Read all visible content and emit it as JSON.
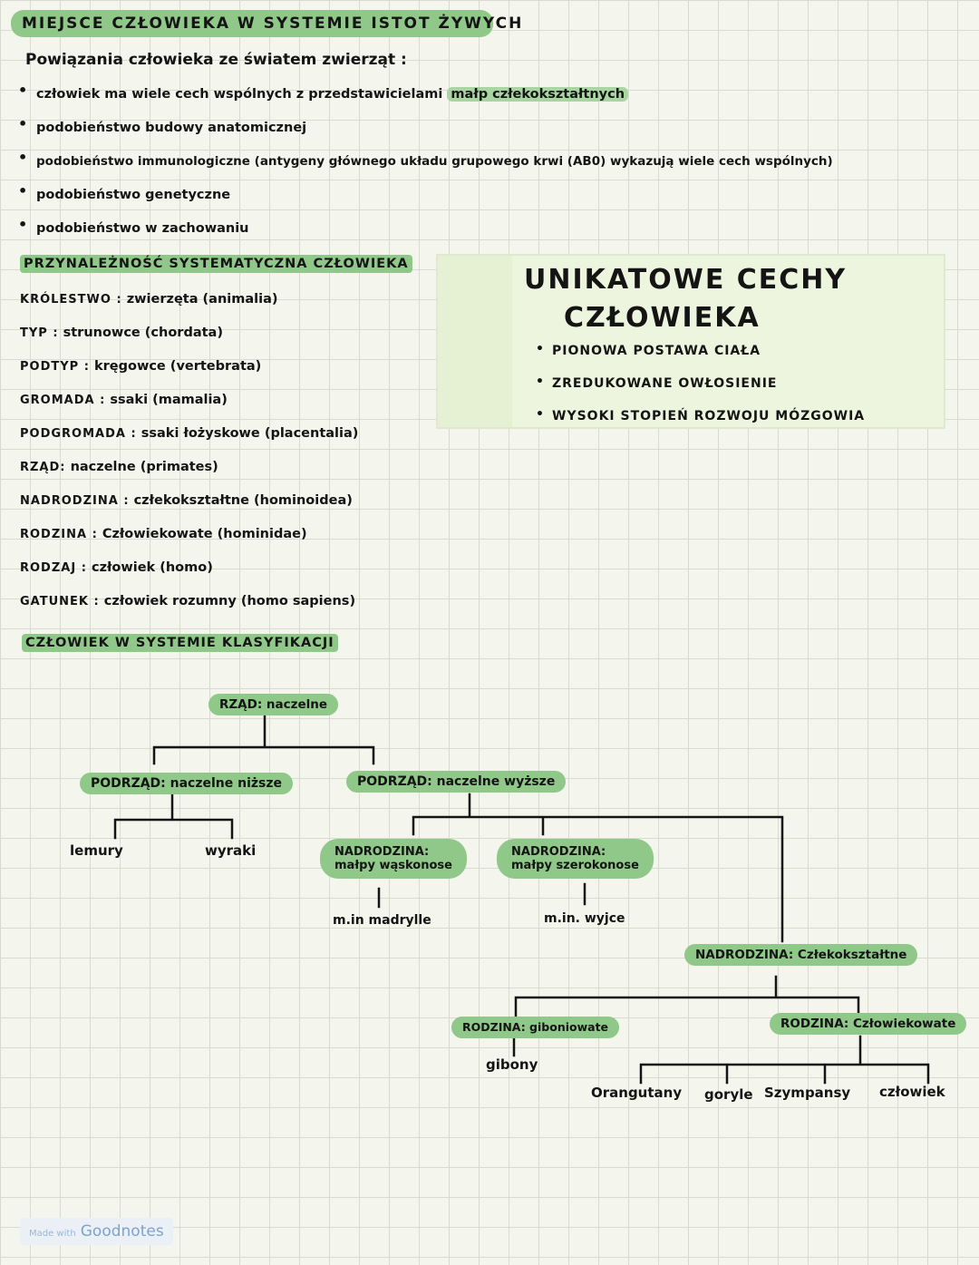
{
  "title": "MIEJSCE CZŁOWIEKA W SYSTEMIE ISTOT ŻYWYCH",
  "relations": {
    "heading": "Powiązania człowieka ze światem zwierząt :",
    "items": [
      {
        "text": "człowiek ma wiele cech wspólnych z przedstawicielami",
        "highlight": "małp człekokształtnych"
      },
      {
        "text": "podobieństwo budowy anatomicznej"
      },
      {
        "text": "podobieństwo immunologiczne (antygeny głównego układu grupowego krwi (AB0) wykazują wiele cech wspólnych)"
      },
      {
        "text": "podobieństwo genetyczne"
      },
      {
        "text": "podobieństwo w zachowaniu"
      }
    ]
  },
  "taxonomy": {
    "heading": "PRZYNALEŻNOŚĆ SYSTEMATYCZNA CZŁOWIEKA",
    "rows": [
      {
        "rank": "KRÓLESTWO :",
        "value": "zwierzęta (animalia)"
      },
      {
        "rank": "TYP :",
        "value": "strunowce (chordata)"
      },
      {
        "rank": "PODTYP :",
        "value": "kręgowce (vertebrata)"
      },
      {
        "rank": "GROMADA :",
        "value": "ssaki (mamalia)"
      },
      {
        "rank": "PODGROMADA :",
        "value": "ssaki łożyskowe (placentalia)"
      },
      {
        "rank": "RZĄD:",
        "value": "naczelne (primates)"
      },
      {
        "rank": "NADRODZINA :",
        "value": "człekokształtne (hominoidea)"
      },
      {
        "rank": "RODZINA :",
        "value": "Człowiekowate (hominidae)"
      },
      {
        "rank": "RODZAJ :",
        "value": "człowiek (homo)"
      },
      {
        "rank": "GATUNEK :",
        "value": "człowiek rozumny (homo sapiens)"
      }
    ]
  },
  "unique": {
    "title_line1": "UNIKATOWE CECHY",
    "title_line2": "CZŁOWIEKA",
    "items": [
      "PIONOWA POSTAWA CIAŁA",
      "ZREDUKOWANE OWŁOSIENIE",
      "WYSOKI STOPIEŃ ROZWOJU MÓZGOWIA"
    ]
  },
  "classification": {
    "heading": "CZŁOWIEK W SYSTEMIE KLASYFIKACJI",
    "order": "RZĄD: naczelne",
    "sub_lower": "PODRZĄD: naczelne niższe",
    "sub_higher": "PODRZĄD: naczelne wyższe",
    "lemury": "lemury",
    "wyraki": "wyraki",
    "nad_waskonose_1": "NADRODZINA:",
    "nad_waskonose_2": "małpy wąskonose",
    "nad_szerokonose_1": "NADRODZINA:",
    "nad_szerokonose_2": "małpy szerokonose",
    "ex_madrylle": "m.in madrylle",
    "ex_wyjce": "m.in. wyjce",
    "nad_czlekoksztaltne": "NADRODZINA: Człekokształtne",
    "rod_gibbon": "RODZINA: giboniowate",
    "rod_czlowiek": "RODZINA: Człowiekowate",
    "gibony": "gibony",
    "orangutany": "Orangutany",
    "goryle": "goryle",
    "szympansy": "Szympansy",
    "czlowiek": "człowiek"
  },
  "watermark": {
    "small": "Made with",
    "big": "Goodnotes"
  },
  "colors": {
    "highlight": "#8fc889",
    "card_bg": "#eef5df",
    "grid": "#d7dbd0",
    "paper": "#f4f5ec"
  }
}
